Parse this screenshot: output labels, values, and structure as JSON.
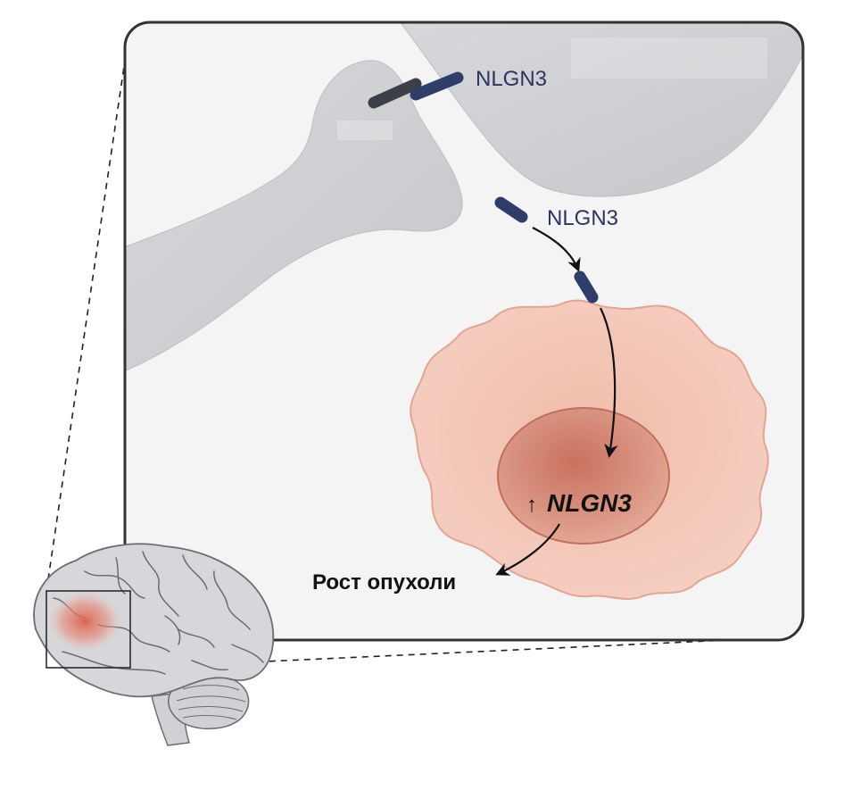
{
  "labels": {
    "nlgn3_bound": "NLGN3",
    "nlgn3_released": "NLGN3",
    "nucleus_gene": "NLGN3",
    "nucleus_arrow": "↑",
    "outcome": "Рост опухоли"
  },
  "colors": {
    "panel_background": "#f4f4f4",
    "panel_border": "#2f3236",
    "neuron_fill": "#cfd0d3",
    "protein_dark": "#3b3f47",
    "protein_navy": "#2f3d6b",
    "label_navy": "#2b3564",
    "tumor_cell": "#f2c4b5",
    "tumor_cell_edge": "#e3a592",
    "nucleus": "#dc9a88",
    "nucleus_edge": "#bf6f5c",
    "brain_fill": "#d6d7da",
    "brain_lines": "#6a6d72",
    "tumor_spot": "#e07a68",
    "text_dark": "#111111"
  }
}
